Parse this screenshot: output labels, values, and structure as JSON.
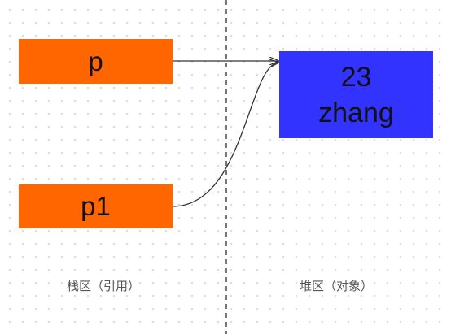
{
  "colors": {
    "reference_box": "#ff6600",
    "object_box": "#3333ff",
    "divider": "#555555",
    "arrow": "#333333"
  },
  "references": {
    "p": "p",
    "p1": "p1"
  },
  "object": {
    "age": "23",
    "name": "zhang"
  },
  "captions": {
    "stack": "栈区（引用）",
    "heap": "堆区（对象）"
  }
}
